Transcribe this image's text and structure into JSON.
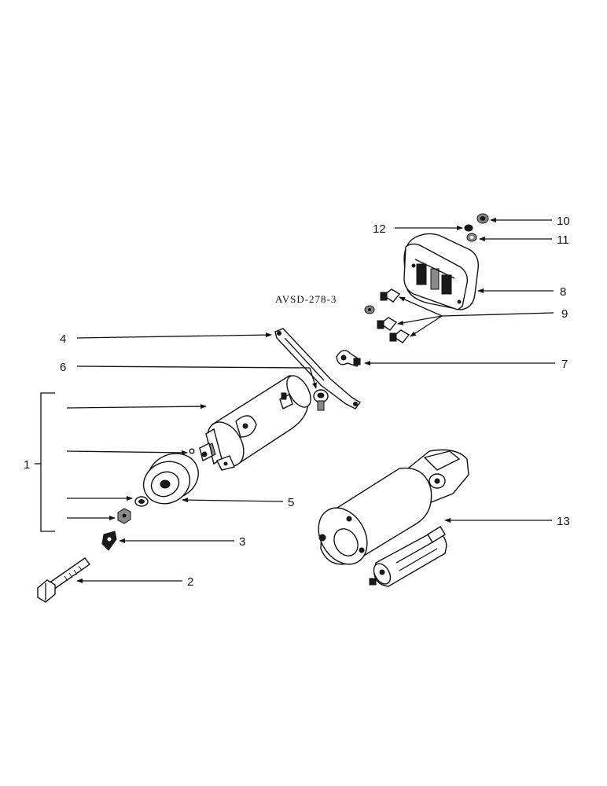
{
  "diagram_code": "AVSD-278-3",
  "callouts": {
    "c1": "1",
    "c2": "2",
    "c3": "3",
    "c4": "4",
    "c5": "5",
    "c6": "6",
    "c7": "7",
    "c8": "8",
    "c9": "9",
    "c10": "10",
    "c11": "11",
    "c12": "12",
    "c13": "13"
  }
}
